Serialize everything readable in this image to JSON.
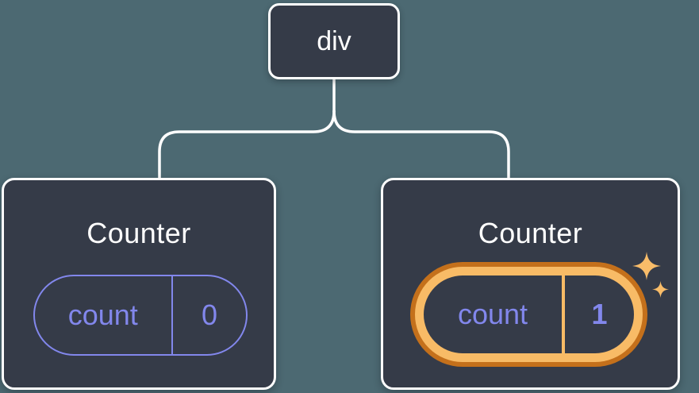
{
  "diagram": {
    "description": "component tree with preserved state",
    "colors": {
      "background": "#4C6972",
      "node_fill": "#353B48",
      "node_border": "#FFFFFF",
      "connector": "#FFFFFF",
      "state_accent": "#8287EC",
      "highlight_ring_outer": "#C4701B",
      "highlight_ring_inner": "#F8BB66",
      "sparkle": "#F8BC69",
      "title_text": "#FFFFFF"
    },
    "root_node": {
      "label": "div"
    },
    "children": [
      {
        "title": "Counter",
        "state_key": "count",
        "state_value": "0",
        "highlighted": false
      },
      {
        "title": "Counter",
        "state_key": "count",
        "state_value": "1",
        "highlighted": true
      }
    ]
  }
}
